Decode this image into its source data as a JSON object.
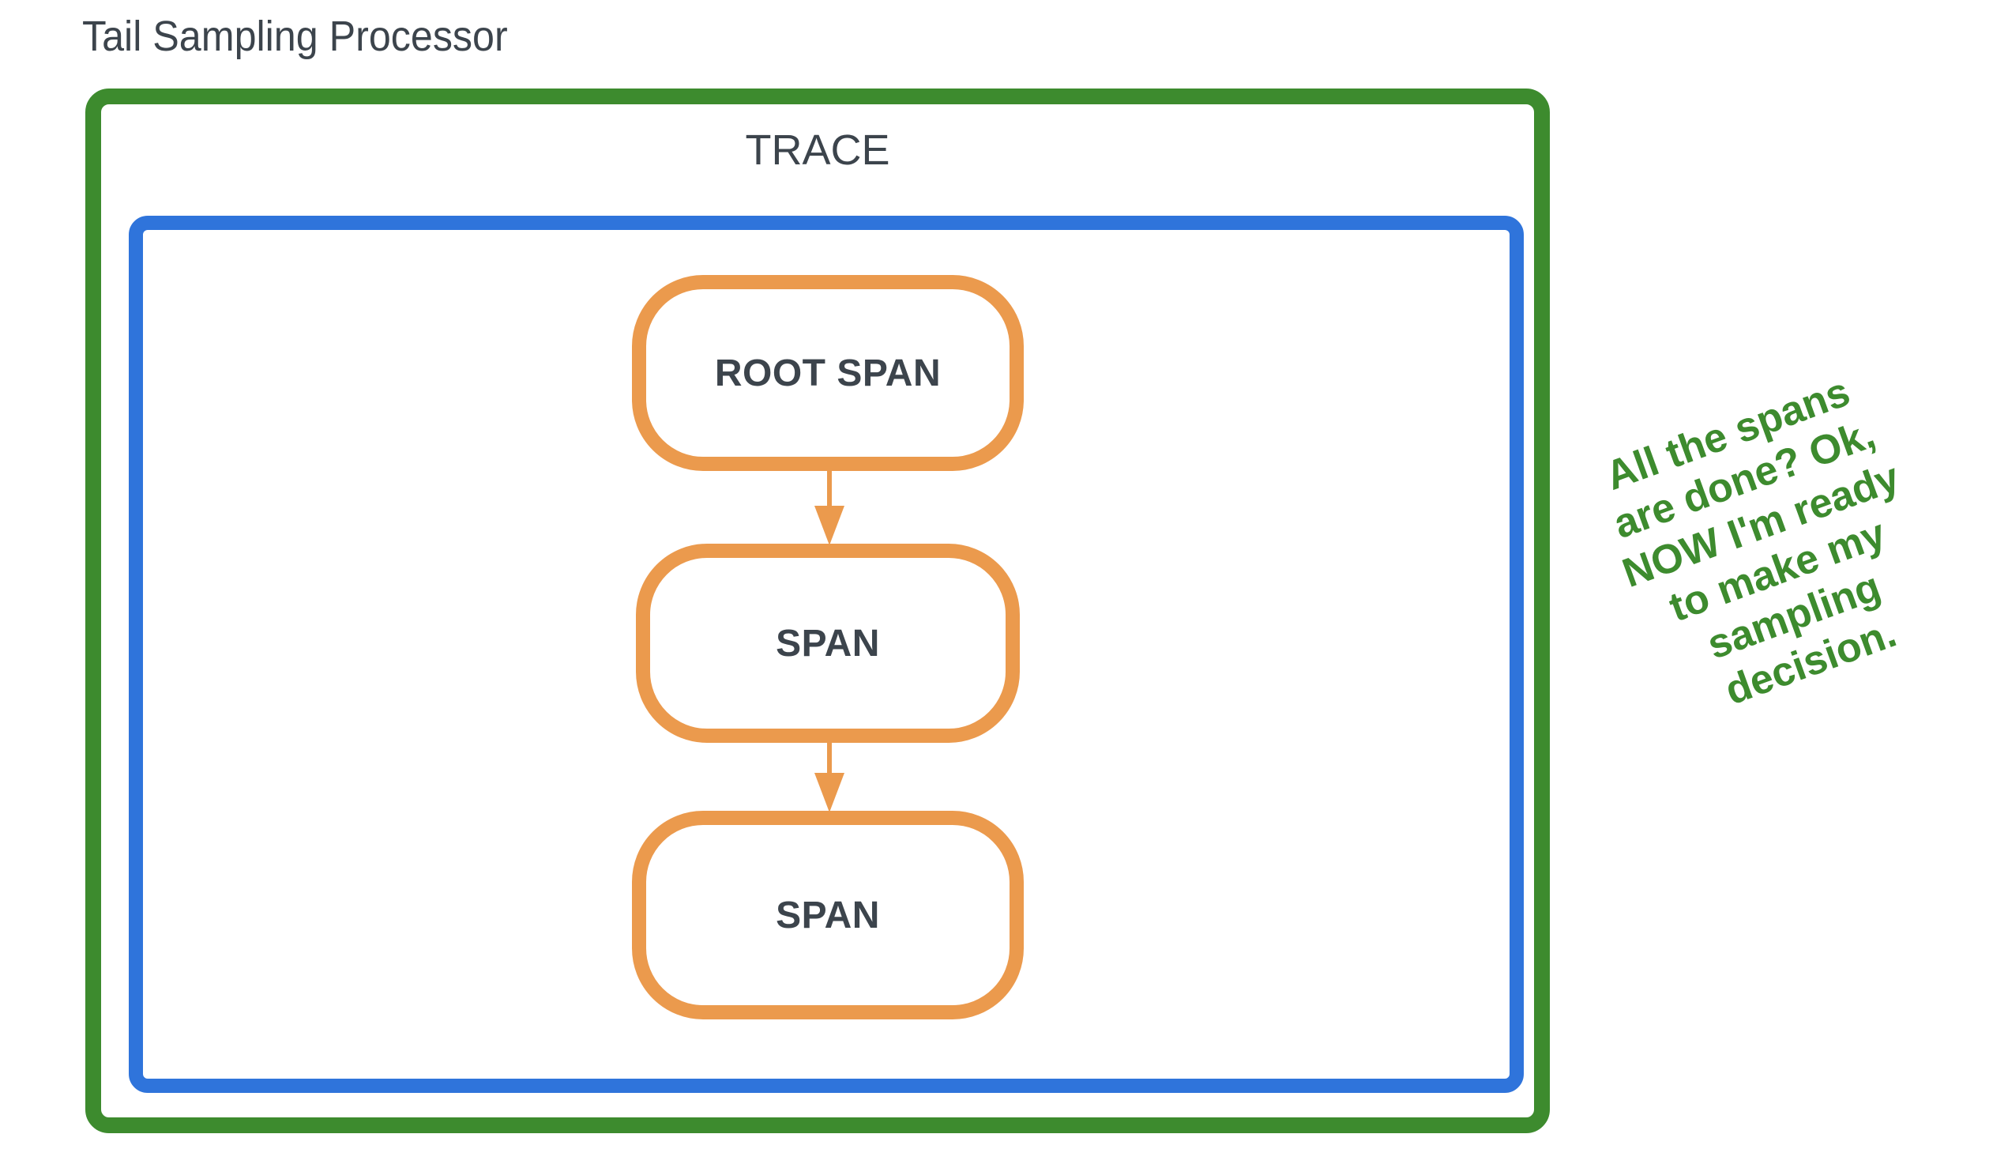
{
  "diagram": {
    "title": "Tail Sampling Processor",
    "trace_label": "TRACE",
    "annotation": "All the spans\nare done? Ok,\nNOW I'm ready\nto make my\nsampling\ndecision.",
    "spans": [
      {
        "label": "ROOT SPAN"
      },
      {
        "label": "SPAN"
      },
      {
        "label": "SPAN"
      }
    ],
    "colors": {
      "processor_border": "#3d8b2e",
      "trace_border": "#2f74db",
      "span_border": "#eb9a4d",
      "text": "#3c444c",
      "annotation": "#3d8b2e",
      "background": "#ffffff"
    }
  }
}
